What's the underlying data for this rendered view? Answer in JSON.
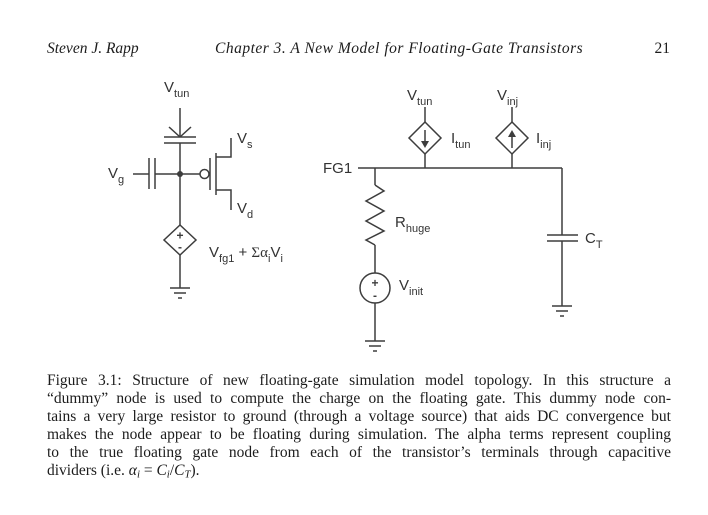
{
  "header": {
    "author": "Steven J. Rapp",
    "chapter_title": "Chapter 3.  A New Model for Floating-Gate Transistors",
    "page_number": "21"
  },
  "figure": {
    "left_circuit": {
      "labels": {
        "v_tun": {
          "main": "V",
          "sub": "tun"
        },
        "v_s": {
          "main": "V",
          "sub": "s"
        },
        "v_g": {
          "main": "V",
          "sub": "g"
        },
        "v_d": {
          "main": "V",
          "sub": "d"
        },
        "source_expr": {
          "v": "V",
          "v_sub": "fg1",
          "plus": " + ",
          "sigma_alpha": "Σα",
          "alpha_sub": "i",
          "v2": "V",
          "v2_sub": "i"
        }
      },
      "source_polarity": {
        "plus": "+",
        "minus": "-"
      }
    },
    "right_circuit": {
      "labels": {
        "fg1": "FG1",
        "v_tun": {
          "main": "V",
          "sub": "tun"
        },
        "v_inj": {
          "main": "V",
          "sub": "inj"
        },
        "i_tun": {
          "main": "I",
          "sub": "tun"
        },
        "i_inj": {
          "main": "I",
          "sub": "inj"
        },
        "r_huge": {
          "main": "R",
          "sub": "huge"
        },
        "v_init": {
          "main": "V",
          "sub": "init"
        },
        "c_t": {
          "main": "C",
          "sub": "T"
        }
      },
      "source_polarity": {
        "plus": "+",
        "minus": "-"
      },
      "current_directions": {
        "i_tun": "down",
        "i_inj": "up"
      }
    },
    "caption": {
      "lines": [
        "Figure 3.1: Structure of new floating-gate simulation model topology. In this structure a",
        "“dummy” node is used to compute the charge on the floating gate. This dummy node con-",
        "tains a very large resistor to ground (through a voltage source) that aids DC convergence but",
        "makes the node appear to be floating during simulation. The alpha terms represent coupling",
        "to the true floating gate node from each of the transistor’s terminals through capacitive"
      ],
      "last_line": {
        "prefix": "dividers (i.e. ",
        "alpha": "α",
        "alpha_sub": "i",
        "eq": " = ",
        "c1": "C",
        "c1_sub": "i",
        "slash": "/",
        "c2": "C",
        "c2_sub": "T",
        "suffix": ")."
      }
    }
  },
  "colors": {
    "wire": "#3d3d3d",
    "text": "#1c1c1c",
    "label": "#333333",
    "background": "#ffffff"
  }
}
